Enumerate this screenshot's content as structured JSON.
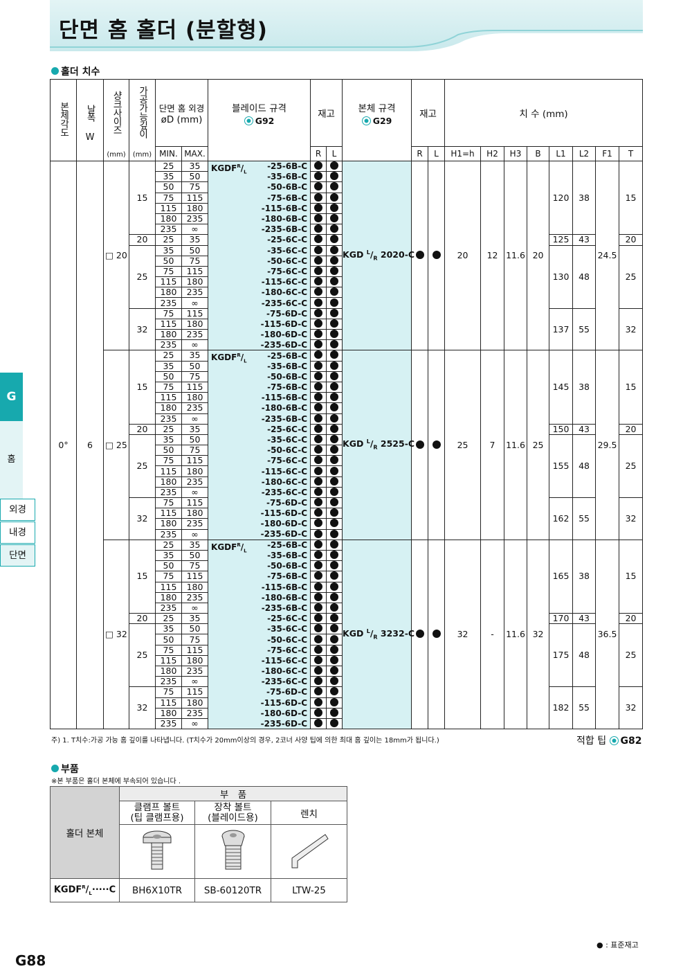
{
  "page": {
    "title": "단면 홈 홀더 (분할형)",
    "page_number": "G88",
    "side_tab_letter": "G",
    "side_tab_label": "홈",
    "side_items": [
      "외경",
      "내경",
      "단면"
    ],
    "legend": "● : 표준재고"
  },
  "section1": {
    "title": "홀더 치수"
  },
  "headers": {
    "angle": "본체각도",
    "width": "날폭W",
    "shank": "샹크사이즈",
    "depth": "가공가능깊이",
    "dia_top": "단면 홈 외경",
    "dia_bottom": "øD (mm)",
    "blade": "블레이드 규격",
    "blade_ref": "G92",
    "stock1": "재고",
    "body": "본체 규격",
    "body_ref": "G29",
    "stock2": "재고",
    "dims": "치 수 (mm)",
    "unit_mm": "(mm)",
    "min": "MIN.",
    "max": "MAX.",
    "R": "R",
    "L": "L",
    "dim_cols": [
      "H1=h",
      "H2",
      "H3",
      "B",
      "L1",
      "L2",
      "F1",
      "T"
    ]
  },
  "angle": "0°",
  "width": "6",
  "blade_prefix": "KGDF",
  "blade_sup": "R",
  "blade_sub": "L",
  "groups": [
    {
      "shank": "□ 20",
      "body": "KGD",
      "body_sup": "L",
      "body_sub": "R",
      "body_suffix": " 2020-C",
      "h1": "20",
      "h2": "12",
      "h3": "11.6",
      "b": "20",
      "f1": "24.5",
      "subgroups": [
        {
          "depth": "15",
          "l1": "120",
          "l2": "38",
          "t": "15",
          "rows": [
            [
              "25",
              "35",
              "-25-6B-C"
            ],
            [
              "35",
              "50",
              "-35-6B-C"
            ],
            [
              "50",
              "75",
              "-50-6B-C"
            ],
            [
              "75",
              "115",
              "-75-6B-C"
            ],
            [
              "115",
              "180",
              "-115-6B-C"
            ],
            [
              "180",
              "235",
              "-180-6B-C"
            ],
            [
              "235",
              "∞",
              "-235-6B-C"
            ]
          ]
        },
        {
          "depth": "20",
          "l1": "125",
          "l2": "43",
          "t": "20",
          "rows": [
            [
              "25",
              "35",
              "-25-6C-C"
            ]
          ]
        },
        {
          "depth": "25",
          "l1": "130",
          "l2": "48",
          "t": "25",
          "rows": [
            [
              "35",
              "50",
              "-35-6C-C"
            ],
            [
              "50",
              "75",
              "-50-6C-C"
            ],
            [
              "75",
              "115",
              "-75-6C-C"
            ],
            [
              "115",
              "180",
              "-115-6C-C"
            ],
            [
              "180",
              "235",
              "-180-6C-C"
            ],
            [
              "235",
              "∞",
              "-235-6C-C"
            ]
          ]
        },
        {
          "depth": "32",
          "l1": "137",
          "l2": "55",
          "t": "32",
          "rows": [
            [
              "75",
              "115",
              "-75-6D-C"
            ],
            [
              "115",
              "180",
              "-115-6D-C"
            ],
            [
              "180",
              "235",
              "-180-6D-C"
            ],
            [
              "235",
              "∞",
              "-235-6D-C"
            ]
          ]
        }
      ]
    },
    {
      "shank": "□ 25",
      "body": "KGD",
      "body_sup": "L",
      "body_sub": "R",
      "body_suffix": " 2525-C",
      "h1": "25",
      "h2": "7",
      "h3": "11.6",
      "b": "25",
      "f1": "29.5",
      "subgroups": [
        {
          "depth": "15",
          "l1": "145",
          "l2": "38",
          "t": "15",
          "rows": [
            [
              "25",
              "35",
              "-25-6B-C"
            ],
            [
              "35",
              "50",
              "-35-6B-C"
            ],
            [
              "50",
              "75",
              "-50-6B-C"
            ],
            [
              "75",
              "115",
              "-75-6B-C"
            ],
            [
              "115",
              "180",
              "-115-6B-C"
            ],
            [
              "180",
              "235",
              "-180-6B-C"
            ],
            [
              "235",
              "∞",
              "-235-6B-C"
            ]
          ]
        },
        {
          "depth": "20",
          "l1": "150",
          "l2": "43",
          "t": "20",
          "rows": [
            [
              "25",
              "35",
              "-25-6C-C"
            ]
          ]
        },
        {
          "depth": "25",
          "l1": "155",
          "l2": "48",
          "t": "25",
          "rows": [
            [
              "35",
              "50",
              "-35-6C-C"
            ],
            [
              "50",
              "75",
              "-50-6C-C"
            ],
            [
              "75",
              "115",
              "-75-6C-C"
            ],
            [
              "115",
              "180",
              "-115-6C-C"
            ],
            [
              "180",
              "235",
              "-180-6C-C"
            ],
            [
              "235",
              "∞",
              "-235-6C-C"
            ]
          ]
        },
        {
          "depth": "32",
          "l1": "162",
          "l2": "55",
          "t": "32",
          "rows": [
            [
              "75",
              "115",
              "-75-6D-C"
            ],
            [
              "115",
              "180",
              "-115-6D-C"
            ],
            [
              "180",
              "235",
              "-180-6D-C"
            ],
            [
              "235",
              "∞",
              "-235-6D-C"
            ]
          ]
        }
      ]
    },
    {
      "shank": "□ 32",
      "body": "KGD",
      "body_sup": "L",
      "body_sub": "R",
      "body_suffix": " 3232-C",
      "h1": "32",
      "h2": "-",
      "h3": "11.6",
      "b": "32",
      "f1": "36.5",
      "subgroups": [
        {
          "depth": "15",
          "l1": "165",
          "l2": "38",
          "t": "15",
          "rows": [
            [
              "25",
              "35",
              "-25-6B-C"
            ],
            [
              "35",
              "50",
              "-35-6B-C"
            ],
            [
              "50",
              "75",
              "-50-6B-C"
            ],
            [
              "75",
              "115",
              "-75-6B-C"
            ],
            [
              "115",
              "180",
              "-115-6B-C"
            ],
            [
              "180",
              "235",
              "-180-6B-C"
            ],
            [
              "235",
              "∞",
              "-235-6B-C"
            ]
          ]
        },
        {
          "depth": "20",
          "l1": "170",
          "l2": "43",
          "t": "20",
          "rows": [
            [
              "25",
              "35",
              "-25-6C-C"
            ]
          ]
        },
        {
          "depth": "25",
          "l1": "175",
          "l2": "48",
          "t": "25",
          "rows": [
            [
              "35",
              "50",
              "-35-6C-C"
            ],
            [
              "50",
              "75",
              "-50-6C-C"
            ],
            [
              "75",
              "115",
              "-75-6C-C"
            ],
            [
              "115",
              "180",
              "-115-6C-C"
            ],
            [
              "180",
              "235",
              "-180-6C-C"
            ],
            [
              "235",
              "∞",
              "-235-6C-C"
            ]
          ]
        },
        {
          "depth": "32",
          "l1": "182",
          "l2": "55",
          "t": "32",
          "rows": [
            [
              "75",
              "115",
              "-75-6D-C"
            ],
            [
              "115",
              "180",
              "-115-6D-C"
            ],
            [
              "180",
              "235",
              "-180-6D-C"
            ],
            [
              "235",
              "∞",
              "-235-6D-C"
            ]
          ]
        }
      ]
    }
  ],
  "footnote": "주) 1. T치수:가공 가능 홈 깊이를 나타냅니다. (T치수가 20mm이상의 경우, 2코너 사양 팁에 의한 최대 홈 깊이는 18mm가 됩니다.)",
  "tip": {
    "label": "적합 팁",
    "ref": "G82"
  },
  "section2": {
    "title": "부품",
    "note": "※본 부품은 홀더 본체에 부속되어 있습니다 .",
    "parts_header": "부　품",
    "holder_header": "홀더 본체",
    "col1": "클램프 볼트 (팁 클램프용)",
    "col1a": "클램프 볼트",
    "col1b": "(팁 클램프용)",
    "col2a": "장착 볼트",
    "col2b": "(블레이드용)",
    "col3": "렌치",
    "holder_value_prefix": "KGDF",
    "holder_value_suffix": "·····C",
    "v1": "BH6X10TR",
    "v2": "SB-60120TR",
    "v3": "LTW-25"
  }
}
